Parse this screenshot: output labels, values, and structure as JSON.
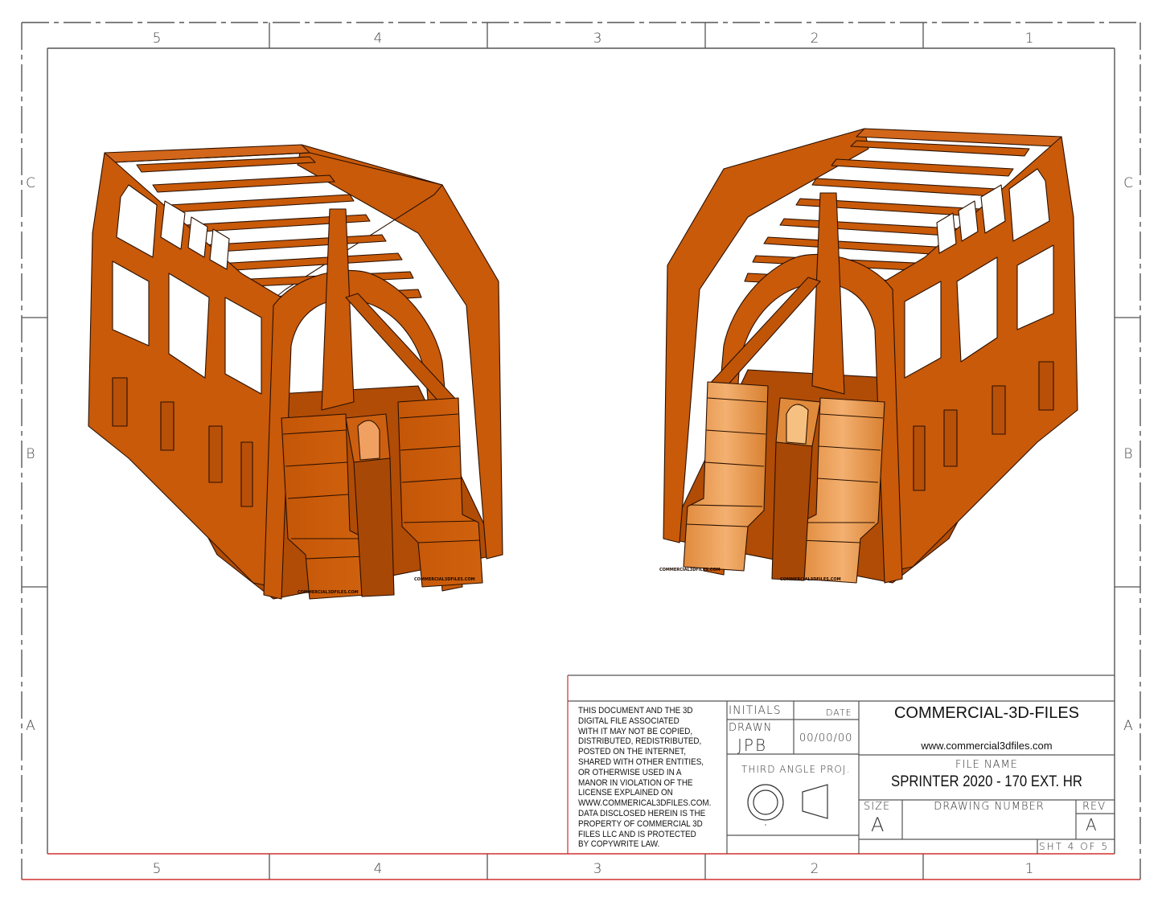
{
  "drawing_sheet": {
    "column_labels_top": [
      "5",
      "4",
      "3",
      "2",
      "1"
    ],
    "column_labels_bottom": [
      "5",
      "4",
      "3",
      "2",
      "1"
    ],
    "row_labels_left": [
      "C",
      "B",
      "A"
    ],
    "row_labels_right": [
      "C",
      "B",
      "A"
    ]
  },
  "views": [
    {
      "name": "isometric-view-left",
      "description": "Sprinter van interior frame with two front seats, rear-right isometric",
      "watermark": "COMMERCIAL3DFILES.COM"
    },
    {
      "name": "isometric-view-right",
      "description": "Sprinter van interior frame with two front seats, rear-left isometric",
      "watermark": "COMMERCIAL3DFILES.COM"
    }
  ],
  "colors": {
    "model_orange": "#c85a0a",
    "model_highlight": "#f0a060",
    "model_shadow": "#9a4000",
    "border_red": "#d03030",
    "line_gray": "#555555"
  },
  "title_block": {
    "notice": "THIS DOCUMENT AND THE 3D\nDIGITAL FILE ASSOCIATED\nWITH IT MAY NOT BE COPIED,\nDISTRIBUTED, REDISTRIBUTED,\nPOSTED ON THE INTERNET,\nSHARED WITH OTHER ENTITIES,\nOR OTHERWISE USED IN A\nMANOR IN VIOLATION OF THE\nLICENSE EXPLAINED ON\nWWW.COMMERICAL3DFILES.COM.\nDATA DISCLOSED HEREIN IS THE\nPROPERTY OF COMMERCIAL 3D\nFILES LLC AND IS PROTECTED\nBY COPYWRITE LAW.",
    "initials_label": "INITIALS",
    "date_label": "DATE",
    "drawn_label": "DRAWN",
    "drawn_by": "JPB",
    "date_value": "00/00/00",
    "projection_label": "THIRD ANGLE PROJ.",
    "company": "COMMERCIAL-3D-FILES",
    "website": "www.commercial3dfiles.com",
    "file_name_label": "FILE NAME",
    "file_name": "SPRINTER 2020 - 170 EXT. HR",
    "size_label": "SIZE",
    "size_value": "A",
    "drawing_number_label": "DRAWING NUMBER",
    "drawing_number": "",
    "rev_label": "REV",
    "rev_value": "A",
    "sheet": "SHT 4 OF 5"
  }
}
